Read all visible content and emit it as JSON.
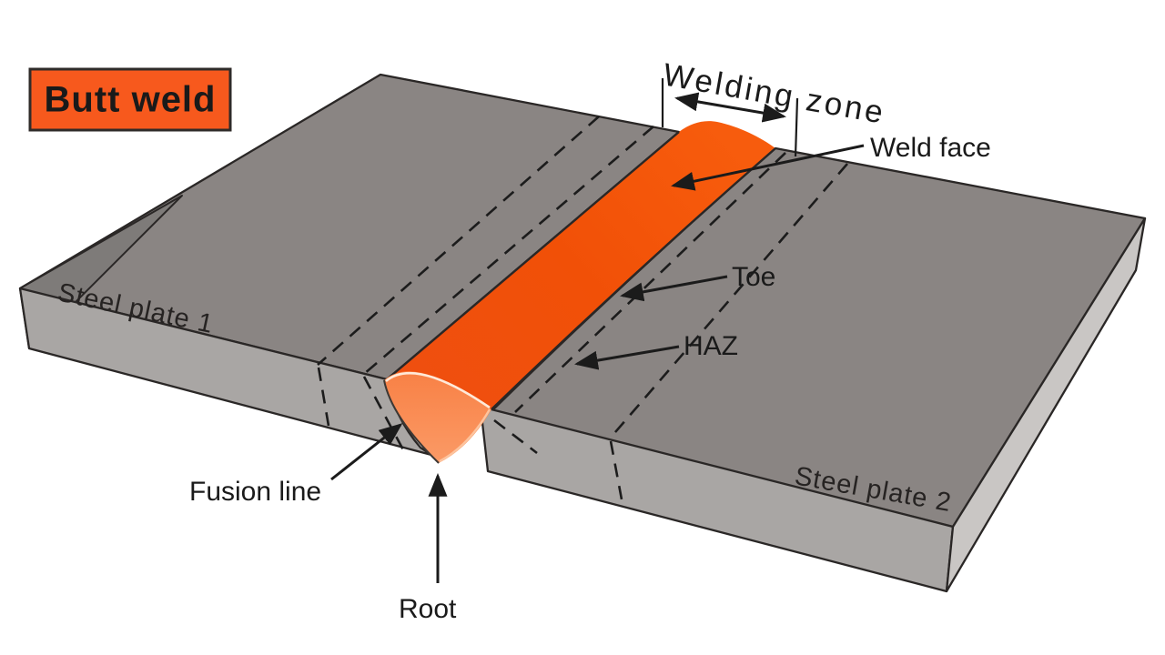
{
  "diagram": {
    "title": "Butt weld",
    "labels": {
      "welding_zone": "Welding zone",
      "weld_face": "Weld face",
      "toe": "Toe",
      "haz": "HAZ",
      "fusion_line": "Fusion line",
      "root": "Root",
      "plate1": "Steel plate 1",
      "plate2": "Steel plate 2"
    }
  },
  "colors": {
    "background": "#FFFFFF",
    "badge_bg": "#F7591D",
    "badge_border": "#2F2B29",
    "badge_text": "#FFFFFF",
    "weld_orange": "#F25106",
    "weld_section_light": "#FA8E55",
    "fusion_line_white": "#FFE9D8",
    "section_rim_light": "#FDC49E",
    "plate_top": "#8A8583",
    "plate_front": "#A9A6A4",
    "plate_side": "#C9C6C4",
    "plate_edge_dark": "#7E7B79",
    "outline": "#2A2726",
    "label_text": "#1A1A1A"
  }
}
